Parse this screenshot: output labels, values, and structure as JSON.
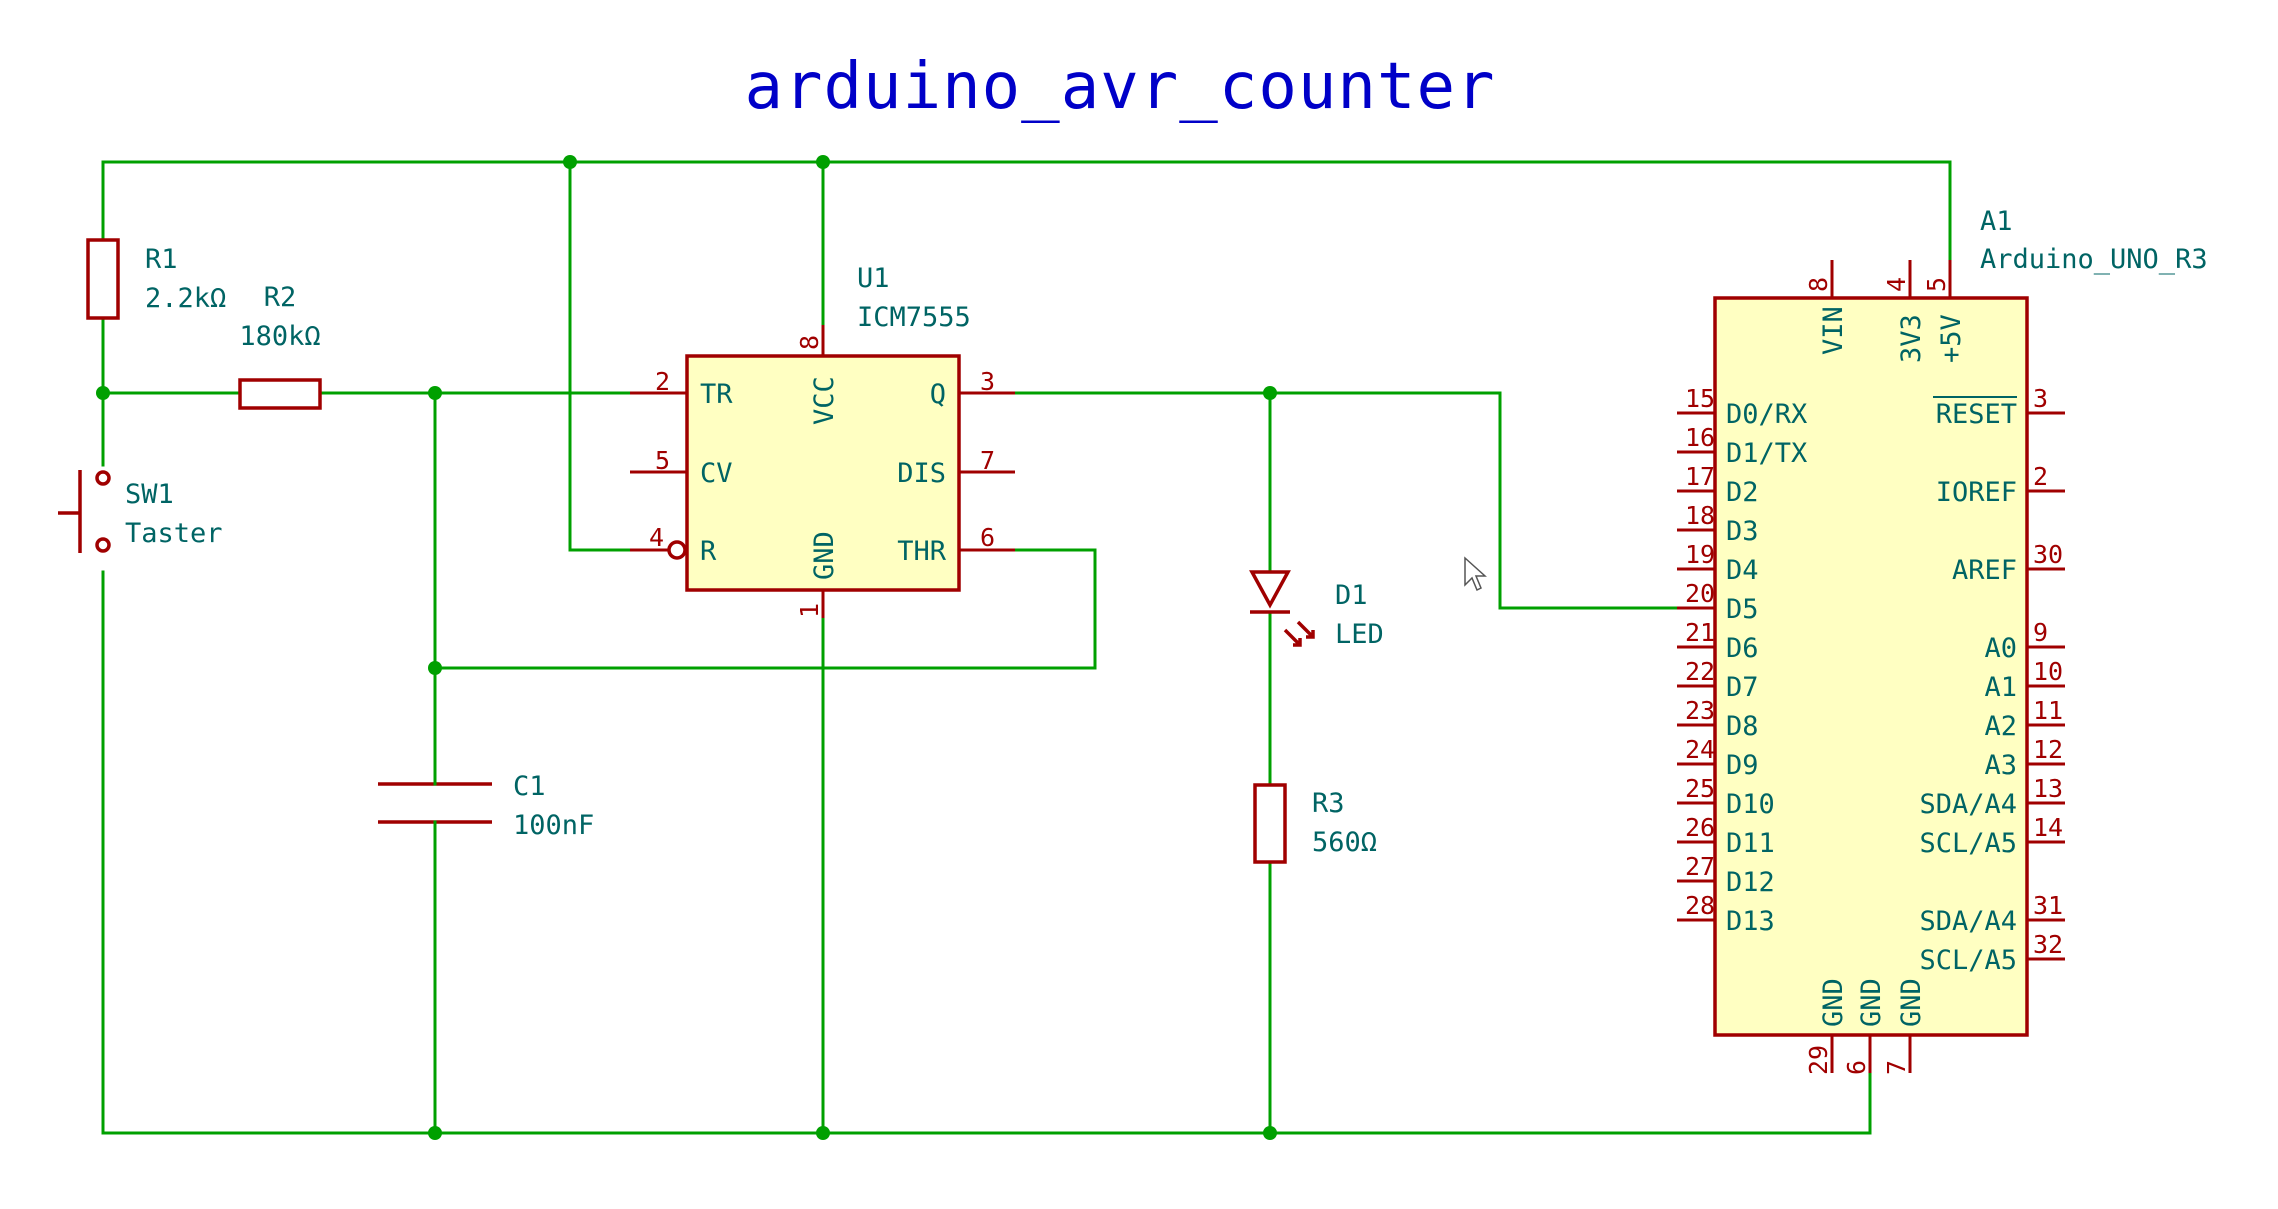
{
  "title": "arduino_avr_counter",
  "components": {
    "R1": {
      "ref": "R1",
      "value": "2.2kΩ"
    },
    "R2": {
      "ref": "R2",
      "value": "180kΩ"
    },
    "SW1": {
      "ref": "SW1",
      "value": "Taster"
    },
    "C1": {
      "ref": "C1",
      "value": "100nF"
    },
    "U1": {
      "ref": "U1",
      "value": "ICM7555",
      "pins": [
        {
          "num": "2",
          "name": "TR"
        },
        {
          "num": "5",
          "name": "CV"
        },
        {
          "num": "4",
          "name": "R"
        },
        {
          "num": "8",
          "name": "VCC"
        },
        {
          "num": "1",
          "name": "GND"
        },
        {
          "num": "3",
          "name": "Q"
        },
        {
          "num": "7",
          "name": "DIS"
        },
        {
          "num": "6",
          "name": "THR"
        }
      ]
    },
    "D1": {
      "ref": "D1",
      "value": "LED"
    },
    "R3": {
      "ref": "R3",
      "value": "560Ω"
    },
    "A1": {
      "ref": "A1",
      "value": "Arduino_UNO_R3",
      "top_pins": [
        {
          "num": "8",
          "name": "VIN"
        },
        {
          "num": "4",
          "name": "3V3"
        },
        {
          "num": "5",
          "name": "+5V"
        }
      ],
      "left_pins": [
        {
          "num": "15",
          "name": "D0/RX"
        },
        {
          "num": "16",
          "name": "D1/TX"
        },
        {
          "num": "17",
          "name": "D2"
        },
        {
          "num": "18",
          "name": "D3"
        },
        {
          "num": "19",
          "name": "D4"
        },
        {
          "num": "20",
          "name": "D5"
        },
        {
          "num": "21",
          "name": "D6"
        },
        {
          "num": "22",
          "name": "D7"
        },
        {
          "num": "23",
          "name": "D8"
        },
        {
          "num": "24",
          "name": "D9"
        },
        {
          "num": "25",
          "name": "D10"
        },
        {
          "num": "26",
          "name": "D11"
        },
        {
          "num": "27",
          "name": "D12"
        },
        {
          "num": "28",
          "name": "D13"
        }
      ],
      "right_pins": [
        {
          "num": "3",
          "name": "RESET"
        },
        {
          "num": "2",
          "name": "IOREF"
        },
        {
          "num": "30",
          "name": "AREF"
        },
        {
          "num": "9",
          "name": "A0"
        },
        {
          "num": "10",
          "name": "A1"
        },
        {
          "num": "11",
          "name": "A2"
        },
        {
          "num": "12",
          "name": "A3"
        },
        {
          "num": "13",
          "name": "SDA/A4"
        },
        {
          "num": "14",
          "name": "SCL/A5"
        },
        {
          "num": "31",
          "name": "SDA/A4"
        },
        {
          "num": "32",
          "name": "SCL/A5"
        }
      ],
      "bottom_pins": [
        {
          "num": "29",
          "name": "GND"
        },
        {
          "num": "6",
          "name": "GND"
        },
        {
          "num": "7",
          "name": "GND"
        }
      ]
    }
  }
}
